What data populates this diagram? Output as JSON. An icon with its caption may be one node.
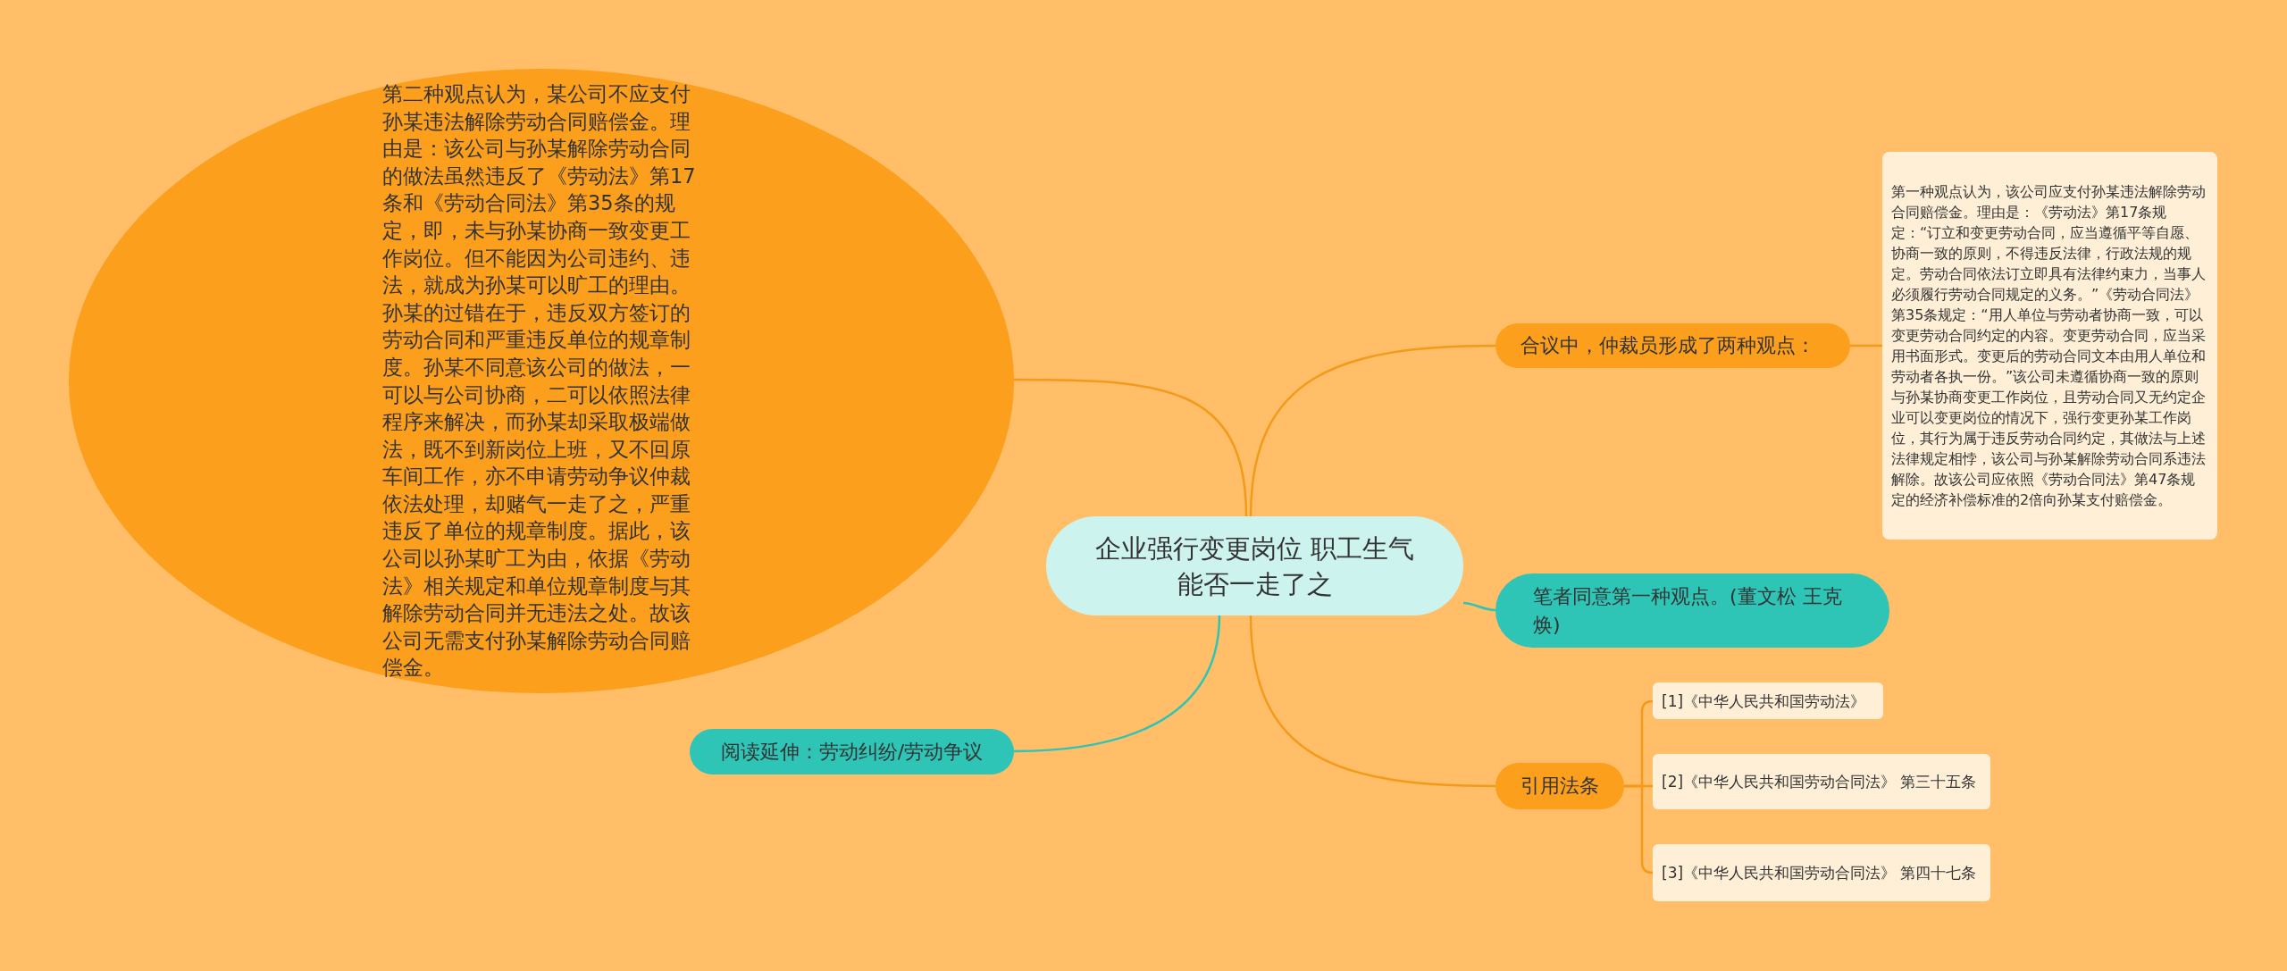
{
  "diagram": {
    "nodes": [
      {
        "text": [
          "企业强行变更岗位 职工生气能否一走了之"
        ]
      },
      {
        "text": [
          "合议中，仲裁员形成了两种观点："
        ]
      },
      {
        "text": [
          "第一种观点认为，该公司应支付孙某违法解除劳动合同赔偿金。理由是：《劳动法》第17条规定：“订立和变更劳动合同，应当遵循平等自愿、协商一致的原则，不得违反法律，行政法规的规定。劳动合同依法订立即具有法律约束力，当事人必须履行劳动合同规定的义务。”《劳动合同法》第35条规定：“用人单位与劳动者协商一致，可以变更劳动合同约定的内容。变更劳动合同，应当采用书面形式。变更后的劳动合同文本由用人单位和劳动者各执一份。”该公司未遵循协商一致的原则与孙某协商变更工作岗位，且劳动合同又无约定企业可以变更岗位的情况下，强行变更孙某工作岗位，其行为属于违反劳动合同约定，其做法与上述法律规定相悖，该公司与孙某解除劳动合同系违法解除。故该公司应依照《劳动合同法》第47条规定的经济补偿标准的2倍向孙某支付赔偿金。"
        ]
      },
      {
        "text": [
          "第二种观点认为，某公司不应支付孙某违法解除劳动合同赔偿金。理由是：该公司与孙某解除劳动合同的做法虽然违反了《劳动法》第17条和《劳动合同法》第35条的规定，即，未与孙某协商一致变更工作岗位。但不能因为公司违约、违法，就成为孙某可以旷工的理由。孙某的过错在于，违反双方签订的劳动合同和严重违反单位的规章制度。孙某不同意该公司的做法，一可以与公司协商，二可以依照法律程序来解决，而孙某却采取极端做法，既不到新岗位上班，又不回原车间工作，亦不申请劳动争议仲裁依法处理，却赌气一走了之，严重违反了单位的规章制度。据此，该公司以孙某旷工为由，依据《劳动法》相关规定和单位规章制度与其解除劳动合同并无违法之处。故该公司无需支付孙某解除劳动合同赔偿金。"
        ]
      },
      {
        "text": [
          "笔者同意第一种观点。(董文松 王克焕)"
        ]
      },
      {
        "text": [
          "引用法条"
        ]
      },
      {
        "text": [
          "[1]《中华人民共和国劳动法》"
        ]
      },
      {
        "text": [
          "[2]《中华人民共和国劳动合同法》 第三十五条"
        ]
      },
      {
        "text": [
          "[3]《中华人民共和国劳动合同法》 第四十七条"
        ]
      },
      {
        "text": [
          "阅读延伸：劳动纠纷/劳动争议"
        ]
      }
    ],
    "edges": [
      {
        "from": 0,
        "to": 1,
        "arrow": "none"
      },
      {
        "from": 1,
        "to": 2,
        "arrow": "none"
      },
      {
        "from": 0,
        "to": 3,
        "arrow": "none"
      },
      {
        "from": 0,
        "to": 4,
        "arrow": "none",
        "color": "#2ec4b6"
      },
      {
        "from": 0,
        "to": 5,
        "arrow": "none"
      },
      {
        "from": 5,
        "to": 6,
        "arrow": "none"
      },
      {
        "from": 5,
        "to": 7,
        "arrow": "none"
      },
      {
        "from": 5,
        "to": 8,
        "arrow": "none"
      },
      {
        "from": 0,
        "to": 9,
        "arrow": "none",
        "color": "#2ec4b6"
      }
    ]
  }
}
